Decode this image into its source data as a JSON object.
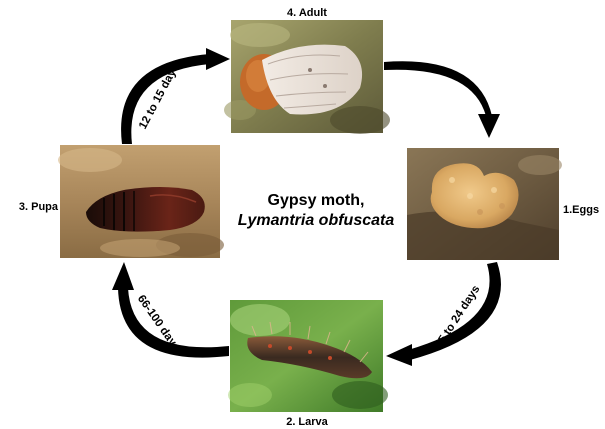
{
  "title": {
    "line1": "Gypsy moth,",
    "line2": "Lymantria obfuscata"
  },
  "stages": {
    "adult": "4. Adult",
    "eggs": "1.Eggs",
    "larva": "2. Larva",
    "pupa": "3. Pupa"
  },
  "durations": {
    "pupa_to_adult": "12 to 15 days",
    "eggs_to_larva": "5 to 24 days",
    "larva_to_pupa": "66-100 days"
  }
}
